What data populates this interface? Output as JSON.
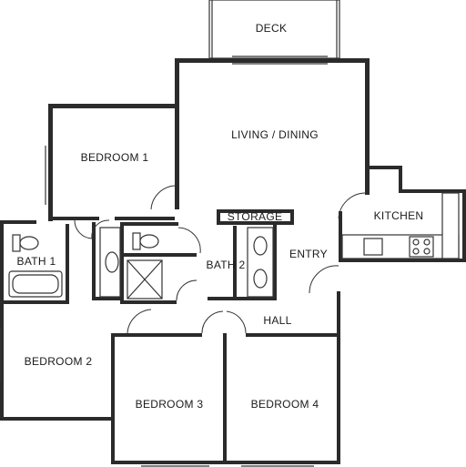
{
  "rooms": {
    "deck": "DECK",
    "living_dining": "LIVING / DINING",
    "bedroom1": "BEDROOM 1",
    "storage": "STORAGE",
    "kitchen": "KITCHEN",
    "bath1": "BATH 1",
    "bath2": "BATH 2",
    "entry": "ENTRY",
    "hall": "HALL",
    "bedroom2": "BEDROOM 2",
    "bedroom3": "BEDROOM 3",
    "bedroom4": "BEDROOM 4"
  }
}
